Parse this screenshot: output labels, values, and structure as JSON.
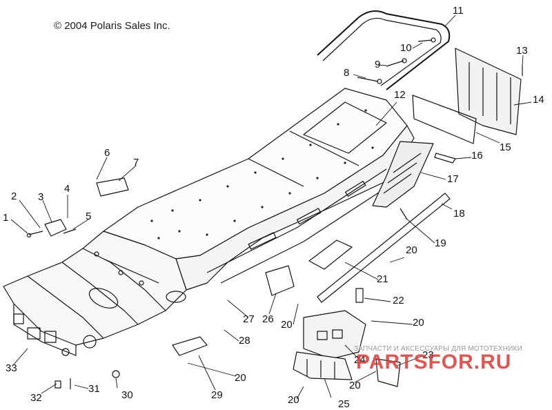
{
  "copyright": "© 2004 Polaris Sales Inc.",
  "watermark": {
    "caption": "ЗАПЧАСТИ И АКСЕССУАРЫ ДЛЯ МОТОТЕХНИКИ",
    "logo": "PARTSFOR.RU",
    "logo_color": "#d93a3a"
  },
  "callouts": {
    "c1": "1",
    "c2": "2",
    "c3": "3",
    "c4": "4",
    "c5": "5",
    "c6": "6",
    "c7": "7",
    "c8": "8",
    "c9": "9",
    "c10": "10",
    "c11": "11",
    "c12": "12",
    "c13": "13",
    "c14": "14",
    "c15": "15",
    "c16": "16",
    "c17": "17",
    "c18": "18",
    "c19": "19",
    "c20a": "20",
    "c20b": "20",
    "c20c": "20",
    "c20d": "20",
    "c20e": "20",
    "c20f": "20",
    "c21": "21",
    "c22": "22",
    "c23": "23",
    "c24": "24",
    "c25": "25",
    "c26": "26",
    "c27": "27",
    "c28": "28",
    "c29": "29",
    "c30": "30",
    "c31": "31",
    "c32": "32",
    "c33": "33"
  }
}
